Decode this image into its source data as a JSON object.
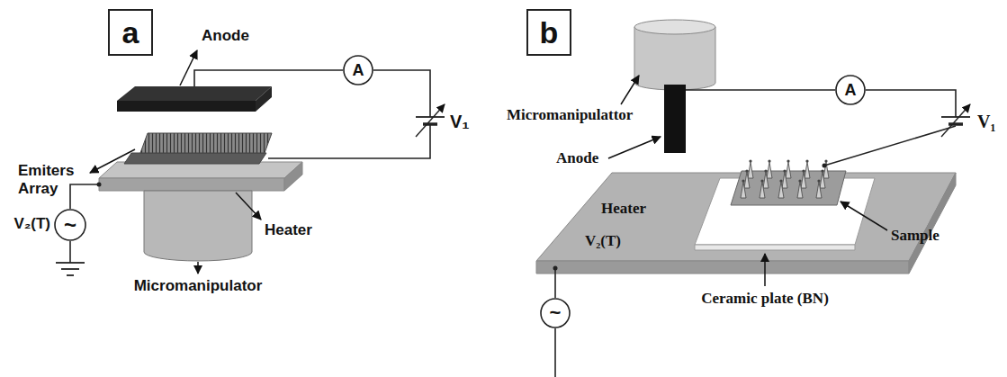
{
  "diagram": {
    "nodes": [
      {
        "text": [
          "a"
        ]
      },
      {
        "text": [
          "A"
        ]
      },
      {
        "text": [
          "~"
        ]
      },
      {
        "text": [
          "b"
        ]
      },
      {
        "text": [
          "A"
        ]
      },
      {
        "text": [
          "~"
        ]
      }
    ],
    "labels": [
      "Anode",
      "V₁",
      "Emiters Array",
      "V₂(T)",
      "Heater",
      "Micromanipulator",
      "Micromanipulattor",
      "Anode",
      "V₁",
      "Heater",
      "V₂(T)",
      "Sample",
      "Ceramic plate (BN)"
    ]
  }
}
